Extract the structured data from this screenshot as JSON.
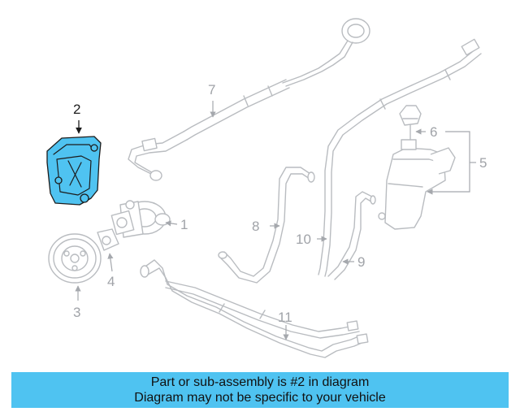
{
  "diagram": {
    "callouts": {
      "c1": "1",
      "c2": "2",
      "c3": "3",
      "c4": "4",
      "c5": "5",
      "c6": "6",
      "c7": "7",
      "c8": "8",
      "c9": "9",
      "c10": "10",
      "c11": "11"
    },
    "highlighted_part": "2",
    "highlight_color": "#4fc3f1",
    "line_color": "#b9bcc0"
  },
  "caption": {
    "line1": "Part or sub-assembly is #2 in diagram",
    "line2": "Diagram may not be specific to your vehicle"
  }
}
